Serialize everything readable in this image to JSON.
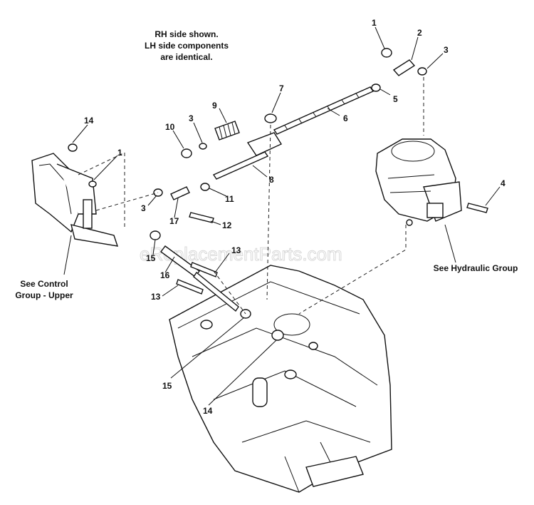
{
  "note": {
    "line1": "RH side shown.",
    "line2": "LH side components",
    "line3": "are identical."
  },
  "callouts": {
    "control_group_line1": "See Control",
    "control_group_line2": "Group - Upper",
    "hydraulic_group": "See Hydraulic Group"
  },
  "watermark": "eReplacementParts.com",
  "part_numbers": {
    "n1a": "1",
    "n2": "2",
    "n3a": "3",
    "n7": "7",
    "n5": "5",
    "n9": "9",
    "n6": "6",
    "n10": "10",
    "n3b": "3",
    "n14a": "14",
    "n1b": "1",
    "n8": "8",
    "n4": "4",
    "n11": "11",
    "n3c": "3",
    "n17": "17",
    "n12": "12",
    "n15a": "15",
    "n13a": "13",
    "n16": "16",
    "n13b": "13",
    "n15b": "15",
    "n14b": "14"
  }
}
